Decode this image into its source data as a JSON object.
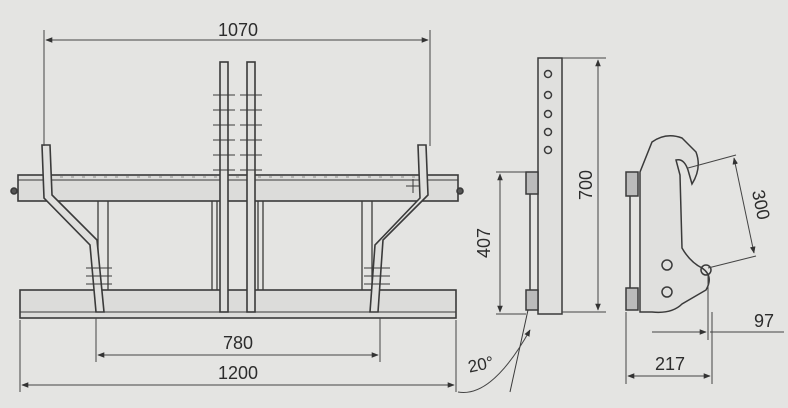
{
  "dimensions": {
    "overall_width": "1070",
    "inner_span": "780",
    "base_width": "1200",
    "mount_height": "407",
    "plate_height": "700",
    "hook_length": "300",
    "pin_offset": "97",
    "bracket_depth": "217",
    "tilt_angle": "20°"
  },
  "colors": {
    "paper": "#e4e4e2",
    "line": "#3a3a3a",
    "text": "#2c2c2c"
  }
}
